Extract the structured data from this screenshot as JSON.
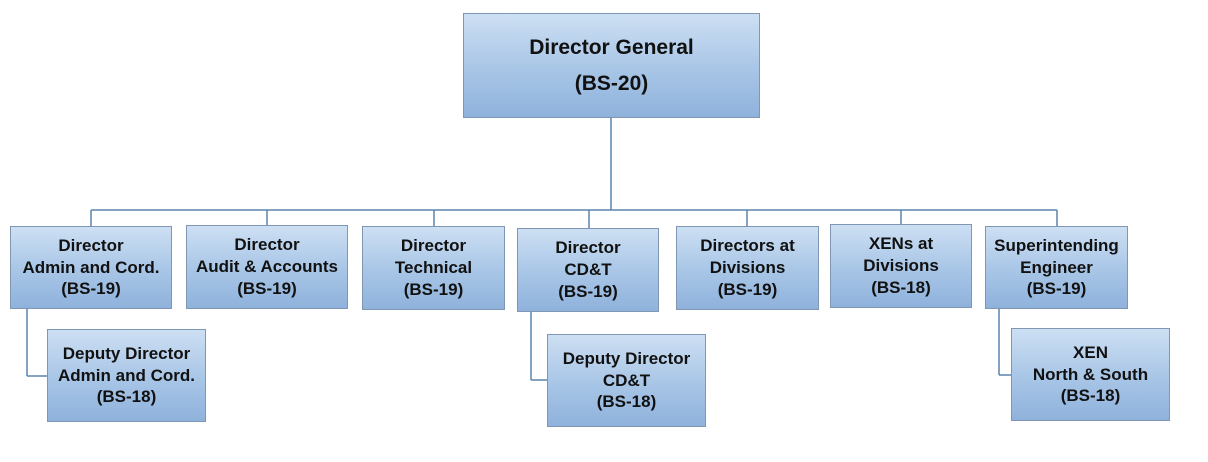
{
  "root": {
    "title": "Director General",
    "grade": "(BS-20)"
  },
  "directors": [
    {
      "line1": "Director",
      "line2": "Admin and Cord.",
      "grade": "(BS-19)"
    },
    {
      "line1": "Director",
      "line2": "Audit & Accounts",
      "grade": "(BS-19)"
    },
    {
      "line1": "Director",
      "line2": "Technical",
      "grade": "(BS-19)"
    },
    {
      "line1": "Director",
      "line2": "CD&T",
      "grade": "(BS-19)"
    },
    {
      "line1": "Directors at",
      "line2": "Divisions",
      "grade": "(BS-19)"
    },
    {
      "line1": "XENs at",
      "line2": "Divisions",
      "grade": "(BS-18)"
    },
    {
      "line1": "Superintending",
      "line2": "Engineer",
      "grade": "(BS-19)"
    }
  ],
  "subordinates": [
    {
      "line1": "Deputy Director",
      "line2": "Admin and Cord.",
      "grade": "(BS-18)"
    },
    {
      "line1": "Deputy Director",
      "line2": "CD&T",
      "grade": "(BS-18)"
    },
    {
      "line1": "XEN",
      "line2": "North & South",
      "grade": "(BS-18)"
    }
  ],
  "colors": {
    "box_top": "#cddff3",
    "box_bottom": "#8fb2dc",
    "border": "#7f97b3",
    "connector": "#5b84ad"
  }
}
